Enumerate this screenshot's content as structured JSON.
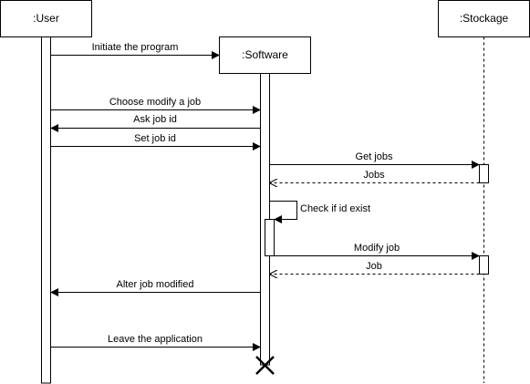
{
  "participants": {
    "user": ":User",
    "software": ":Software",
    "stockage": ":Stockage"
  },
  "messages": [
    {
      "id": "initiate",
      "label": "Initiate the program",
      "kind": "sync"
    },
    {
      "id": "choose-modify",
      "label": "Choose modify a job",
      "kind": "sync"
    },
    {
      "id": "ask-id",
      "label": "Ask job id",
      "kind": "sync"
    },
    {
      "id": "set-id",
      "label": "Set job id",
      "kind": "sync"
    },
    {
      "id": "get-jobs",
      "label": "Get jobs",
      "kind": "sync"
    },
    {
      "id": "jobs-return",
      "label": "Jobs",
      "kind": "return"
    },
    {
      "id": "check-exist",
      "label": "Check if id exist",
      "kind": "self"
    },
    {
      "id": "modify-job",
      "label": "Modify job",
      "kind": "sync"
    },
    {
      "id": "job-return",
      "label": "Job",
      "kind": "return"
    },
    {
      "id": "alter-modified",
      "label": "Alter job modified",
      "kind": "sync"
    },
    {
      "id": "leave-app",
      "label": "Leave the application",
      "kind": "sync"
    }
  ],
  "colors": {
    "stroke": "#000000",
    "background": "#ffffff"
  }
}
